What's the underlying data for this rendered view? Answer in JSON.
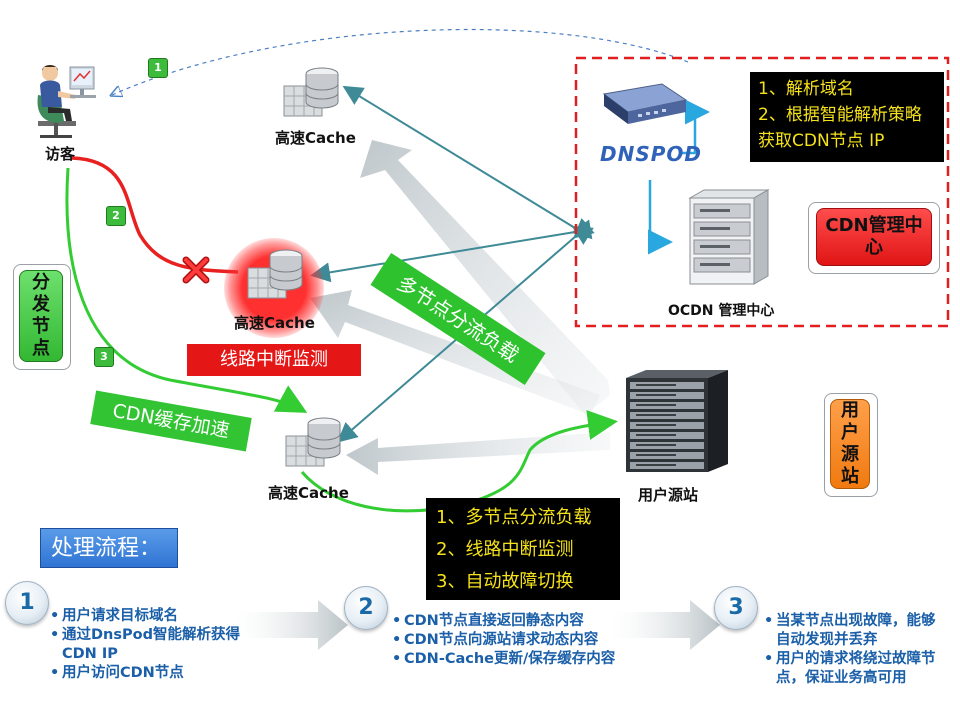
{
  "badges": {
    "step1": "1",
    "step2": "2",
    "step3": "3"
  },
  "nodes": {
    "visitor": "访客",
    "cache_top": "高速Cache",
    "cache_mid": "高速Cache",
    "cache_bottom": "高速Cache",
    "dnspod_logo": "DNSPOD",
    "ocdn_center": "OCDN 管理中心",
    "origin": "用户源站"
  },
  "labels": {
    "line_monitor": "线路中断监测",
    "cdn_accel": "CDN缓存加速",
    "multi_node": "多节点分流负载"
  },
  "side_buttons": {
    "distribute_node": "分发节点",
    "cdn_manage": "CDN管理中心",
    "user_origin": "用户源站"
  },
  "dns_box": {
    "line1": "1、解析域名",
    "line2": "2、根据智能解析策略获取CDN节点 IP"
  },
  "feature_box": {
    "items": [
      "1、多节点分流负载",
      "2、线路中断监测",
      "3、自动故障切换"
    ]
  },
  "process": {
    "title": "处理流程：",
    "steps": [
      {
        "num": "1",
        "items": [
          "用户请求目标域名",
          "通过DnsPod智能解析获得CDN IP",
          "用户访问CDN节点"
        ]
      },
      {
        "num": "2",
        "items": [
          "CDN节点直接返回静态内容",
          "CDN节点向源站请求动态内容",
          "CDN-Cache更新/保存缓存内容"
        ]
      },
      {
        "num": "3",
        "items": [
          "当某节点出现故障，能够自动发现并丢弃",
          "用户的请求将绕过故障节点，保证业务高可用"
        ]
      }
    ]
  },
  "colors": {
    "red_path": "#e82020",
    "green_path": "#33cc33",
    "teal_arrow": "#3e8a96",
    "dashed_box": "#e02020",
    "process_blue": "#1a5fa8"
  }
}
